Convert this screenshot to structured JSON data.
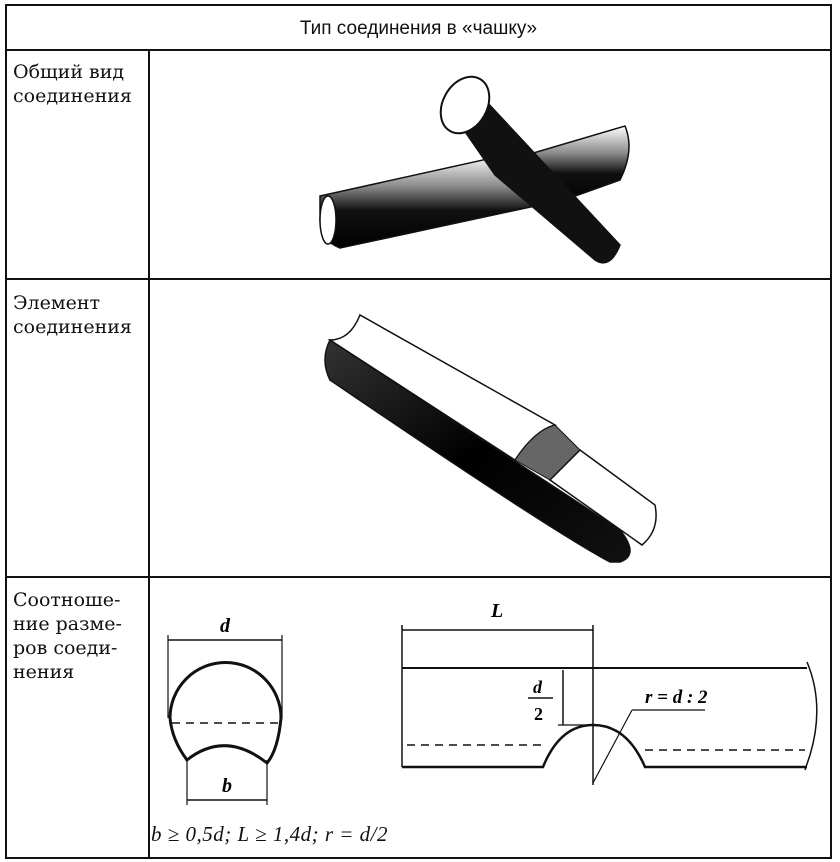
{
  "table": {
    "header": "Тип соединения в «чашку»",
    "rows": [
      {
        "label": "Общий вид соединения",
        "content": "crossed-logs-illustration"
      },
      {
        "label": "Элемент соединения",
        "content": "log-with-notch-illustration"
      },
      {
        "label": "Соотноше-ние разме-ров соеди-нения",
        "content": "dimension-drawings"
      }
    ]
  },
  "labels": {
    "row1_line1": "Общий вид",
    "row1_line2": "соединения",
    "row2_line1": "Элемент",
    "row2_line2": "соединения",
    "row3_line1": "Соотноше-",
    "row3_line2": "ние разме-",
    "row3_line3": "ров соеди-",
    "row3_line4": "нения"
  },
  "drawing": {
    "section": {
      "dim_top": "d",
      "dim_bottom": "b"
    },
    "side_view": {
      "dim_length": "L",
      "dim_half_num": "d",
      "dim_half_den": "2",
      "radius_callout": "r = d : 2"
    },
    "formula": "b ≥ 0,5d; L ≥ 1,4d; r = d/2"
  }
}
